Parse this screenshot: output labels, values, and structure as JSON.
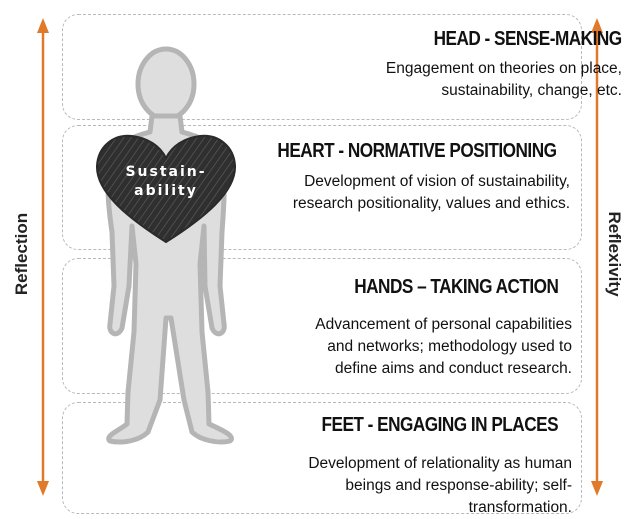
{
  "colors": {
    "arrow": "#e07a2a",
    "heart": "#3a3a3a",
    "figure_fill": "#dedede",
    "figure_stroke": "#b5b5b5",
    "box_border": "#b9b9b9"
  },
  "side_labels": {
    "left": "Reflection",
    "right": "Reflexivity"
  },
  "heart": {
    "line1": "Sustain-",
    "line2": "ability"
  },
  "sections": {
    "head": {
      "title": "HEAD -  SENSE-MAKING",
      "line1": "Engagement on theories on place,",
      "line2": "sustainability, change, etc."
    },
    "heart": {
      "title": "HEART - NORMATIVE POSITIONING",
      "line1": "Development of vision of sustainability,",
      "line2": "research positionality, values and ethics."
    },
    "hands": {
      "title": "HANDS – TAKING ACTION",
      "line1": "Advancement of personal capabilities",
      "line2": "and networks; methodology used to",
      "line3": "define aims and conduct research."
    },
    "feet": {
      "title": "FEET -  ENGAGING IN PLACES",
      "line1": "Development of relationality as human",
      "line2": "beings and response-ability; self-",
      "line3": "transformation."
    }
  }
}
